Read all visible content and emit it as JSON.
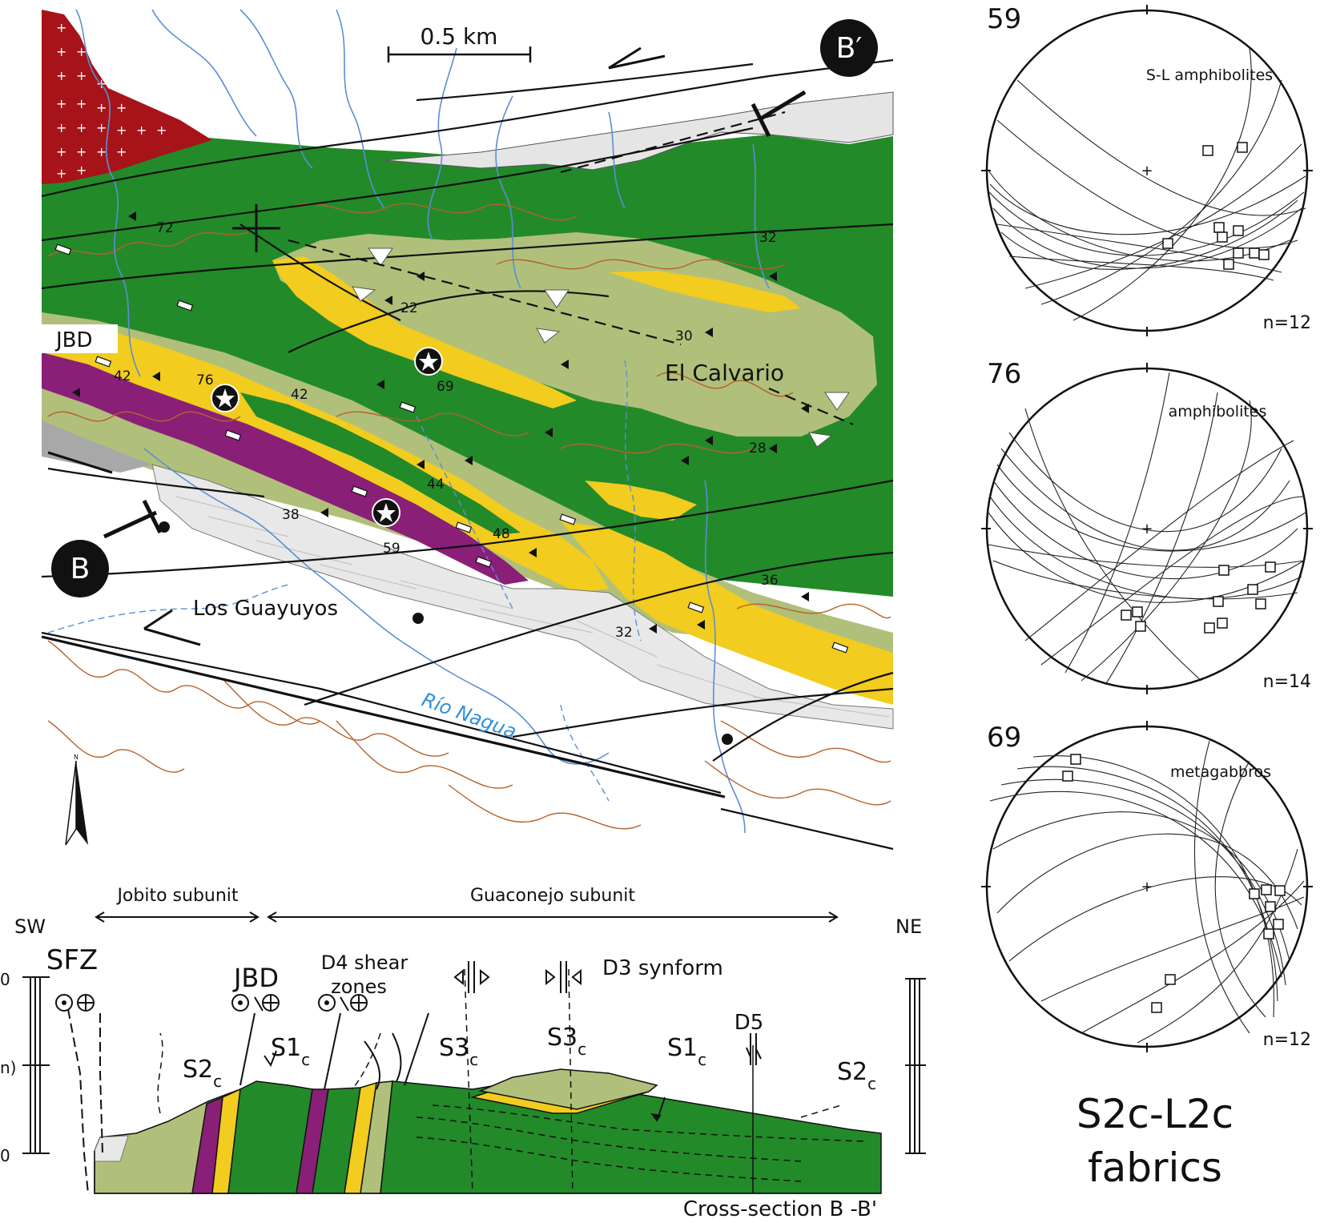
{
  "map": {
    "scale_label": "0.5 km",
    "section_start_label": "B",
    "section_end_label": "B′",
    "unit_label": "JBD",
    "place_labels": [
      "El Calvario",
      "Los Guayuyos"
    ],
    "river_label": "Río Nagua",
    "dip_values": [
      "72",
      "32",
      "22",
      "30",
      "42",
      "76",
      "42",
      "69",
      "28",
      "44",
      "38",
      "59",
      "48",
      "36",
      "32"
    ],
    "sample_stars": [
      "76",
      "69",
      "59"
    ],
    "colors": {
      "dark_green": "#238a2a",
      "pale_green": "#b0c07a",
      "yellow": "#f2cc1e",
      "purple": "#8a1f78",
      "red_intrusive": "#a6141a",
      "limestone": "#e8e8e8",
      "light_grey": "#e5e5e5",
      "river_blue": "#5b8ed6",
      "contour_brown": "#b5622a"
    }
  },
  "section": {
    "jobito_label": "Jobito subunit",
    "guaconejo_label": "Guaconejo subunit",
    "sw_label": "SW",
    "ne_label": "NE",
    "sfz_label": "SFZ",
    "jbd_label": "JBD",
    "d4_label_line1": "D4 shear",
    "d4_label_line2": "zones",
    "d3_label": "D3 synform",
    "d5_label": "D5",
    "s2c_left": "S2",
    "s1c_left": "S1",
    "s3c_left": "S3",
    "s3c_right": "S3",
    "s1c_right": "S1",
    "s2c_right": "S2",
    "subscript_c": "c",
    "axis_top": "0",
    "axis_mid": "n)",
    "axis_bottom": "0",
    "caption": "Cross-section B -B'"
  },
  "stereonets": [
    {
      "sample": "59",
      "lithology": "S-L amphibolites",
      "n": "n=12"
    },
    {
      "sample": "76",
      "lithology": "amphibolites",
      "n": "n=14"
    },
    {
      "sample": "69",
      "lithology": "metagabbros",
      "n": "n=12"
    }
  ],
  "fabrics_title_line1": "S2c-L2c",
  "fabrics_title_line2": "fabrics"
}
